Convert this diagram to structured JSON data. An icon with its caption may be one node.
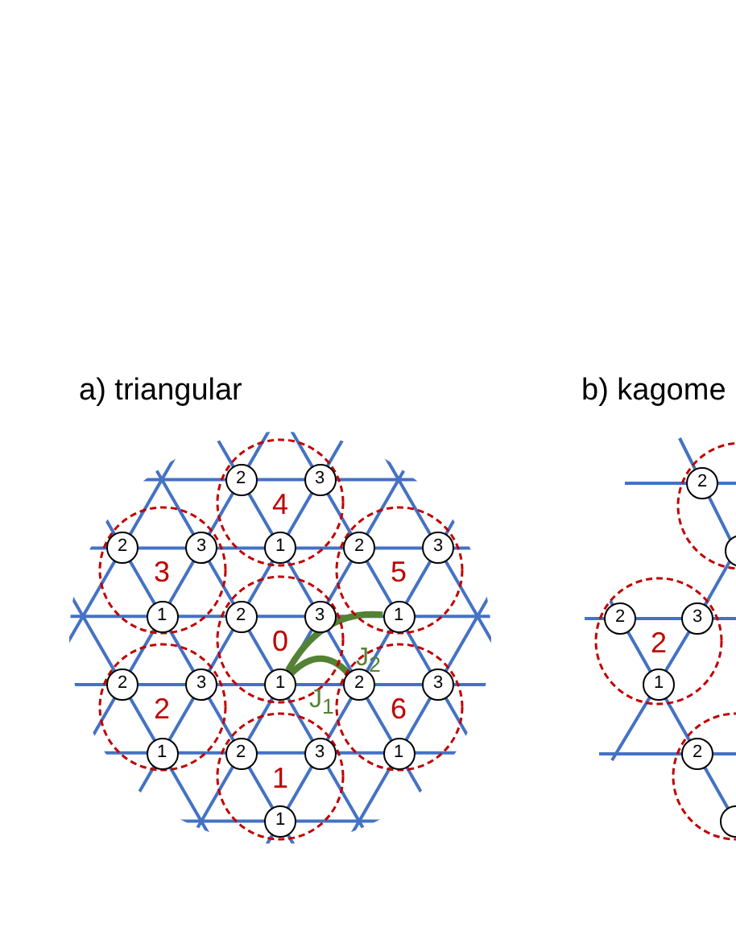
{
  "diagram": {
    "nodes": [
      {
        "text": [
          "4"
        ]
      },
      {
        "text": [
          "2"
        ],
        "in": 0
      },
      {
        "text": [
          "3"
        ],
        "in": 0
      },
      {
        "text": [
          "1"
        ],
        "in": 0
      },
      {
        "text": [
          "3"
        ]
      },
      {
        "text": [
          "2"
        ],
        "in": 4
      },
      {
        "text": [
          "3"
        ],
        "in": 4
      },
      {
        "text": [
          "1"
        ],
        "in": 4
      },
      {
        "text": [
          "5"
        ]
      },
      {
        "text": [
          "2"
        ],
        "in": 8
      },
      {
        "text": [
          "3"
        ],
        "in": 8
      },
      {
        "text": [
          "1"
        ],
        "in": 8
      },
      {
        "text": [
          "0"
        ]
      },
      {
        "text": [
          "2"
        ],
        "in": 12
      },
      {
        "text": [
          "3"
        ],
        "in": 12
      },
      {
        "text": [
          "1"
        ],
        "in": 12
      },
      {
        "text": [
          "2"
        ]
      },
      {
        "text": [
          "2"
        ],
        "in": 16
      },
      {
        "text": [
          "3"
        ],
        "in": 16
      },
      {
        "text": [
          "1"
        ],
        "in": 16
      },
      {
        "text": [
          "6"
        ]
      },
      {
        "text": [
          "2"
        ],
        "in": 20
      },
      {
        "text": [
          "3"
        ],
        "in": 20
      },
      {
        "text": [
          "1"
        ],
        "in": 20
      },
      {
        "text": [
          "1"
        ]
      },
      {
        "text": [
          "2"
        ],
        "in": 24
      },
      {
        "text": [
          "3"
        ],
        "in": 24
      },
      {
        "text": [
          "1"
        ],
        "in": 24
      },
      {
        "text": [],
        "shape": "circle"
      },
      {
        "text": [
          "2"
        ],
        "in": 28
      },
      {
        "text": [],
        "shape": "circle",
        "in": 28
      },
      {
        "text": [
          "2"
        ]
      },
      {
        "text": [
          "2"
        ],
        "in": 31
      },
      {
        "text": [
          "3"
        ],
        "in": 31
      },
      {
        "text": [
          "1"
        ],
        "in": 31
      },
      {
        "text": [],
        "shape": "circle"
      },
      {
        "text": [
          "2"
        ],
        "in": 35
      },
      {
        "text": [],
        "shape": "circle",
        "in": 35
      }
    ],
    "edges": [
      {
        "from": 15,
        "to": 21,
        "arrow": "none",
        "label": "J$_{1}$"
      },
      {
        "from": 15,
        "to": 11,
        "arrow": "none",
        "label": "J$_{2}$"
      }
    ],
    "labels": [
      "a) triangular",
      "b) kagome"
    ]
  }
}
